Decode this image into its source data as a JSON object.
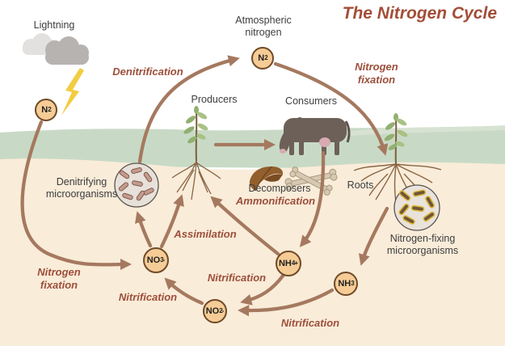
{
  "title": "The Nitrogen Cycle",
  "labels": {
    "lightning": "Lightning",
    "atmospheric_line1": "Atmospheric",
    "atmospheric_line2": "nitrogen",
    "producers": "Producers",
    "consumers": "Consumers",
    "denitrifying_line1": "Denitrifying",
    "denitrifying_line2": "microorganisms",
    "decomposers": "Decomposers",
    "roots": "Roots",
    "nitrogen_fixing_line1": "Nitrogen-fixing",
    "nitrogen_fixing_line2": "microorganisms"
  },
  "process_labels": {
    "denitrification": "Denitrification",
    "nitrogen_fixation_right_line1": "Nitrogen",
    "nitrogen_fixation_right_line2": "fixation",
    "ammonification": "Ammonification",
    "assimilation": "Assimilation",
    "nitrification_mid": "Nitrification",
    "nitrification_left": "Nitrification",
    "nitrification_bottom": "Nitrification",
    "nitrogen_fixation_left_line1": "Nitrogen",
    "nitrogen_fixation_left_line2": "fixation"
  },
  "molecules": {
    "n2_left": {
      "base": "N",
      "sub": "2",
      "sup": ""
    },
    "n2_top": {
      "base": "N",
      "sub": "2",
      "sup": ""
    },
    "no3": {
      "base": "NO",
      "sub": "3",
      "sup": "-"
    },
    "nh4": {
      "base": "NH",
      "sub": "4",
      "sup": "+"
    },
    "nh3": {
      "base": "NH",
      "sub": "3",
      "sup": ""
    },
    "no2": {
      "base": "NO",
      "sub": "2",
      "sup": "-"
    }
  },
  "colors": {
    "title_text": "#a34e38",
    "process_label_text": "#9c4f3a",
    "label_text": "#3d3d3d",
    "arrow": "#a5795f",
    "grass_band": "#c8dac6",
    "soil": "#f9ecd9",
    "molecule_fill": "#f6cc96",
    "molecule_stroke": "#6f4a28",
    "lightning_bolt": "#f2cc41",
    "cloud_light": "#e3e1df",
    "cloud_dark": "#b6b3b1",
    "cow_body": "#6d6058",
    "denitrifying_rod": "#c49b8d",
    "nitrogen_fixing_rod": "#6f5637",
    "nitrogen_fixing_rod_outline": "#ddb83e"
  }
}
